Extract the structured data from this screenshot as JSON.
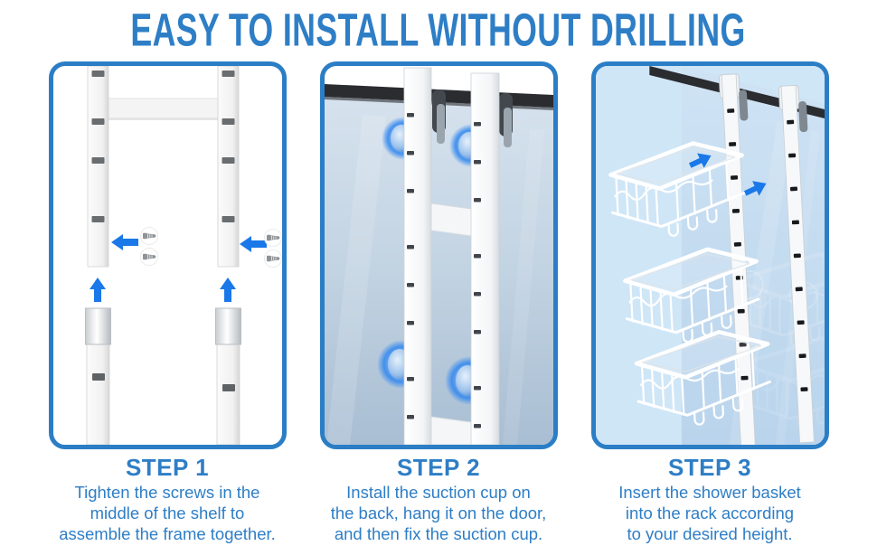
{
  "theme": {
    "page_bg": "#ffffff",
    "accent_blue": "#2e7ec6",
    "panel_border_blue": "#2b7ec5",
    "arrow_blue": "#1a78e8",
    "glass_blue": "#c9dbe9",
    "panel3_bg": "#cfe6f7",
    "door_black": "#2b2c30",
    "suction_glow_blue": "#2f86ef"
  },
  "title": "EASY TO INSTALL WITHOUT DRILLING",
  "steps": [
    {
      "label": "STEP 1",
      "lines": [
        "Tighten the screws in the",
        "middle of the shelf to",
        "assemble the frame together."
      ]
    },
    {
      "label": "STEP 2",
      "lines": [
        "Install the suction cup on",
        "the back, hang it on the door,",
        "and then fix the suction cup."
      ]
    },
    {
      "label": "STEP 3",
      "lines": [
        "Insert the shower basket",
        "into the rack according",
        "to your desired height."
      ]
    }
  ]
}
